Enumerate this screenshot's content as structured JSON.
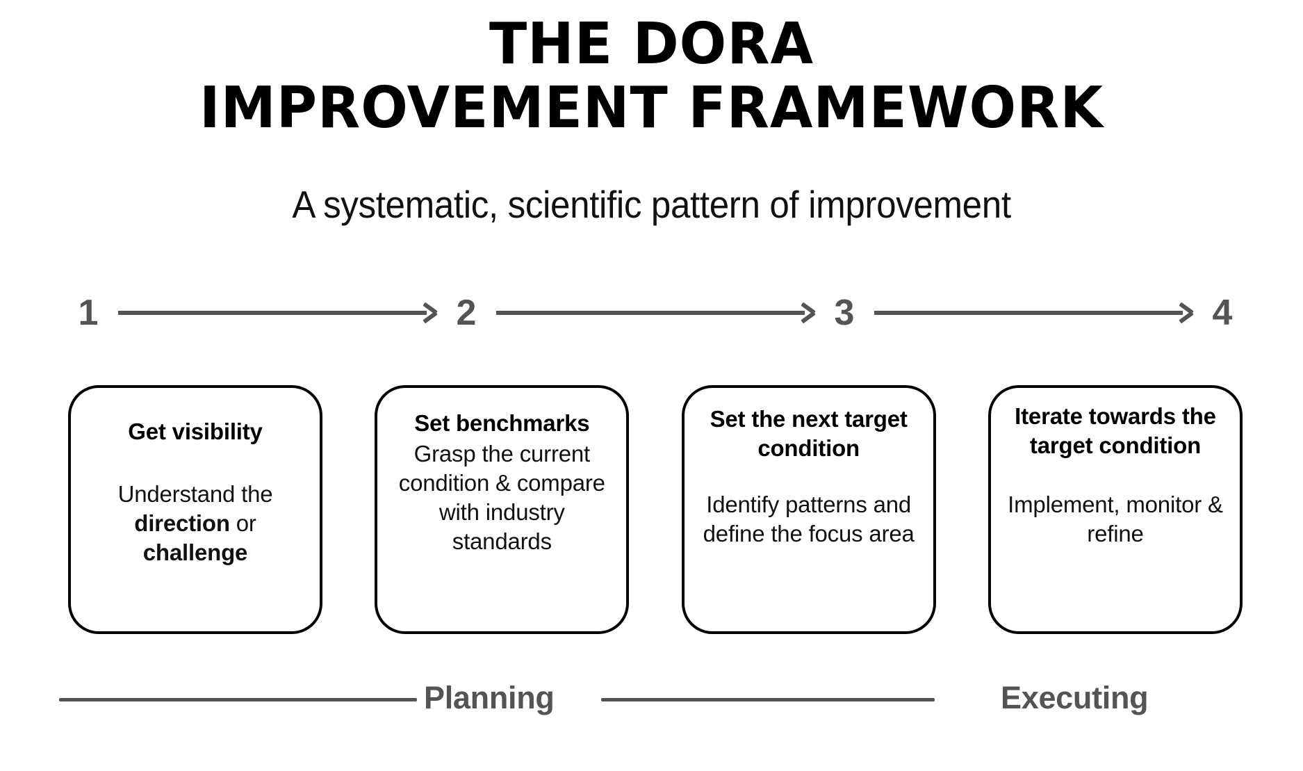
{
  "header": {
    "title_line_1": "THE DORA",
    "title_line_2": "IMPROVEMENT FRAMEWORK",
    "subtitle": "A systematic, scientific pattern of improvement"
  },
  "steps": {
    "numbers": [
      "1",
      "2",
      "3",
      "4"
    ],
    "arrow_color": "#545454"
  },
  "cards": [
    {
      "step": "1",
      "heading": "Get visibility",
      "body_plain": "Understand the direction or challenge",
      "body_html": "Understand the <b>direction</b> or <b>challenge</b>"
    },
    {
      "step": "2",
      "heading": "Set benchmarks",
      "body_plain": "Grasp the current condition & compare with industry standards",
      "body_html": "Grasp the current condition &amp; compare with industry standards"
    },
    {
      "step": "3",
      "heading": "Set the next target condition",
      "body_plain": "Identify patterns and define the focus area",
      "body_html": "Identify patterns and define the focus area"
    },
    {
      "step": "4",
      "heading": "Iterate towards the target condition",
      "body_plain": "Implement, monitor & refine",
      "body_html": "Implement, monitor &amp; refine"
    }
  ],
  "phases": {
    "planning_label": "Planning",
    "executing_label": "Executing",
    "line_color": "#545454"
  },
  "colors": {
    "background": "#ffffff",
    "text": "#111111",
    "card_border": "#000000",
    "accent_gray": "#545454"
  }
}
